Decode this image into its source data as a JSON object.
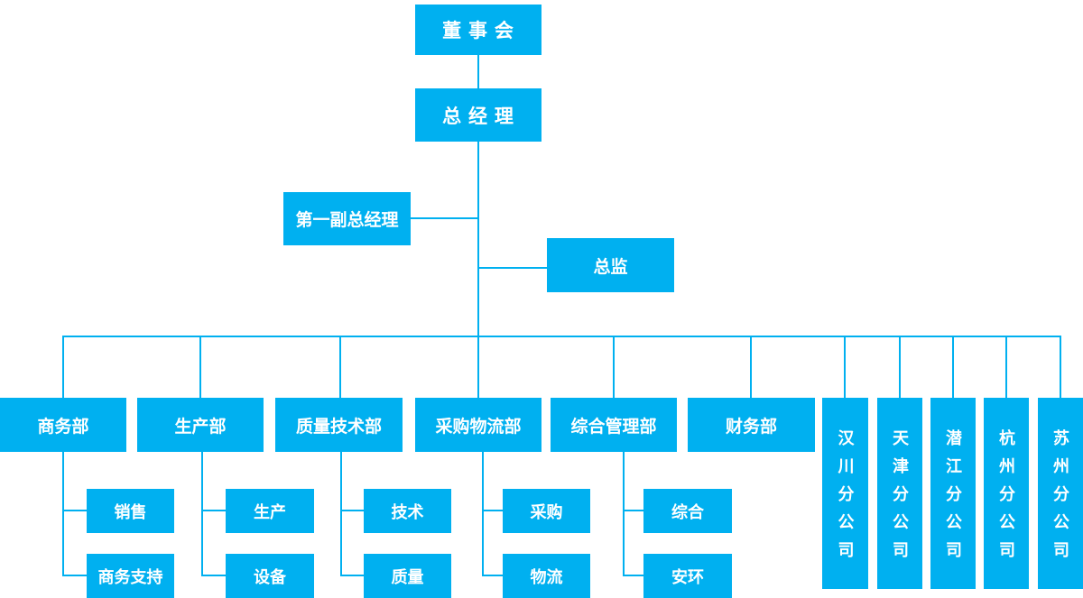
{
  "colors": {
    "node_fill": "#00b0f0",
    "node_text": "#ffffff",
    "connector": "#00b0f0",
    "background": "#ffffff"
  },
  "org": {
    "board": {
      "label": "董 事 会"
    },
    "general_manager": {
      "label": "总 经 理"
    },
    "first_deputy_general_manager": {
      "label": "第一副总经理"
    },
    "director": {
      "label": "总监"
    },
    "departments": [
      {
        "label": "商务部",
        "sub": [
          {
            "label": "销售"
          },
          {
            "label": "商务支持"
          }
        ]
      },
      {
        "label": "生产部",
        "sub": [
          {
            "label": "生产"
          },
          {
            "label": "设备"
          }
        ]
      },
      {
        "label": "质量技术部",
        "sub": [
          {
            "label": "技术"
          },
          {
            "label": "质量"
          }
        ]
      },
      {
        "label": "采购物流部",
        "sub": [
          {
            "label": "采购"
          },
          {
            "label": "物流"
          }
        ]
      },
      {
        "label": "综合管理部",
        "sub": [
          {
            "label": "综合"
          },
          {
            "label": "安环"
          }
        ]
      },
      {
        "label": "财务部",
        "sub": []
      }
    ],
    "branches": [
      {
        "label": "汉川分公司"
      },
      {
        "label": "天津分公司"
      },
      {
        "label": "潜江分公司"
      },
      {
        "label": "杭州分公司"
      },
      {
        "label": "苏州分公司"
      }
    ]
  }
}
